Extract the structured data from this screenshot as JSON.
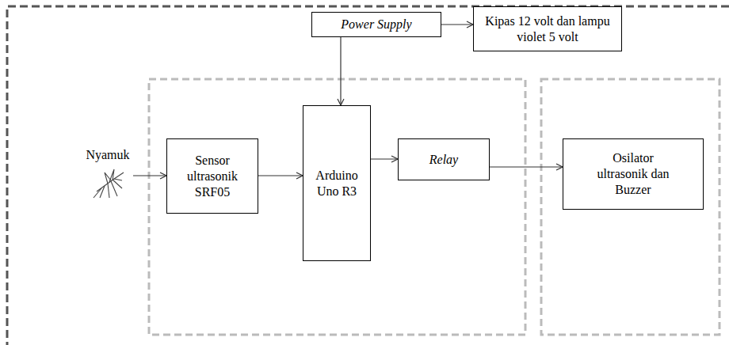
{
  "diagram": {
    "nodes": [
      {
        "text": [
          "Power Supply"
        ]
      },
      {
        "text": [
          "Kipas 12 volt dan lampu violet 5 volt"
        ]
      },
      {
        "text": [
          "Nyamuk"
        ]
      },
      {
        "text": [
          "Sensor ultrasonik SRF05"
        ]
      },
      {
        "text": [
          "Arduino Uno R3"
        ]
      },
      {
        "text": [
          "Relay"
        ]
      },
      {
        "text": [
          "Osilator ultrasonik dan Buzzer"
        ]
      }
    ],
    "edges": [
      {
        "from": 0,
        "to": 1,
        "arrow": "to"
      },
      {
        "from": 0,
        "to": 4,
        "arrow": "to"
      },
      {
        "from": 2,
        "to": 3,
        "arrow": "to"
      },
      {
        "from": 3,
        "to": 4,
        "arrow": "to"
      },
      {
        "from": 4,
        "to": 5,
        "arrow": "to"
      },
      {
        "from": 5,
        "to": 6,
        "arrow": "to"
      }
    ]
  }
}
